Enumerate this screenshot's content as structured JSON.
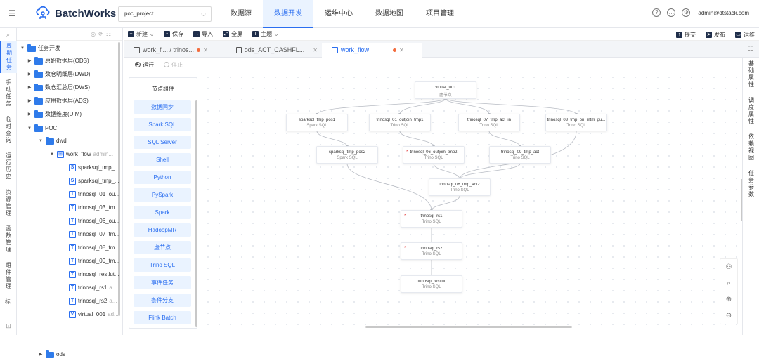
{
  "app": {
    "name": "BatchWorks",
    "project": "poc_project",
    "user": "admin@dtstack.com"
  },
  "nav": [
    "数据源",
    "数据开发",
    "运维中心",
    "数据地图",
    "项目管理"
  ],
  "rail": [
    {
      "label": "周期任务",
      "active": true
    },
    {
      "label": "手动任务",
      "active": false
    },
    {
      "label": "临时查询",
      "active": false
    },
    {
      "label": "运行历史",
      "active": false
    },
    {
      "label": "资源管理",
      "active": false
    },
    {
      "label": "函数管理",
      "active": false
    },
    {
      "label": "组件管理",
      "active": false
    },
    {
      "label": "标…",
      "active": false
    }
  ],
  "tree": {
    "root": "任务开发",
    "folders": [
      "原始数据层(ODS)",
      "数仓明细层(DWD)",
      "数仓汇总层(DWS)",
      "应用数据层(ADS)",
      "数据维度(DIM)"
    ],
    "poc": "POC",
    "dwd": "dwd",
    "workflow": {
      "name": "work_flow",
      "owner": "admin..."
    },
    "files": [
      {
        "icon": "S",
        "name": "sparksql_tmp_...",
        "owner": ""
      },
      {
        "icon": "S",
        "name": "sparksql_tmp_...",
        "owner": ""
      },
      {
        "icon": "T",
        "name": "trinosql_01_ou...",
        "owner": ""
      },
      {
        "icon": "T",
        "name": "trinosql_03_tm...",
        "owner": ""
      },
      {
        "icon": "T",
        "name": "trinosql_06_ou...",
        "owner": ""
      },
      {
        "icon": "T",
        "name": "trinosql_07_tm...",
        "owner": ""
      },
      {
        "icon": "T",
        "name": "trinosql_08_tm...",
        "owner": ""
      },
      {
        "icon": "T",
        "name": "trinosql_09_tm...",
        "owner": ""
      },
      {
        "icon": "T",
        "name": "trinosql_restlut...",
        "owner": ""
      },
      {
        "icon": "T",
        "name": "trinosql_rs1",
        "owner": "a..."
      },
      {
        "icon": "T",
        "name": "trinosql_rs2",
        "owner": "a..."
      },
      {
        "icon": "V",
        "name": "virtual_001",
        "owner": "ad..."
      }
    ],
    "ods": "ods"
  },
  "toolbar": {
    "new": "新建",
    "save": "保存",
    "import": "导入",
    "fullscreen": "全屏",
    "theme": "主题",
    "submit": "提交",
    "publish": "发布",
    "ops": "运维"
  },
  "tabs": [
    {
      "label": "work_fl...  / trinos...",
      "active": false,
      "dirty": true
    },
    {
      "label": "ods_ACT_CASHFL...",
      "active": false,
      "dirty": false
    },
    {
      "label": "work_flow",
      "active": true,
      "dirty": true
    }
  ],
  "run": {
    "run": "运行",
    "stop": "停止"
  },
  "palette": {
    "title": "节点组件",
    "items": [
      "数据同步",
      "Spark SQL",
      "SQL Server",
      "Shell",
      "Python",
      "PySpark",
      "Spark",
      "HadoopMR",
      "虚节点",
      "Trino SQL",
      "事件任务",
      "条件分支",
      "Flink Batch"
    ]
  },
  "nodes": [
    {
      "id": "virtual_001",
      "name": "virtual_001",
      "type": "虚节点",
      "req": false
    },
    {
      "id": "p1",
      "name": "sparksql_tmp_pos1",
      "type": "Spark SQL",
      "req": false
    },
    {
      "id": "t1",
      "name": "trinosql_01_outjoin_tmp1",
      "type": "Trino SQL",
      "req": false
    },
    {
      "id": "t7",
      "name": "trinosql_07_tmp_act_in",
      "type": "Trino SQL",
      "req": false
    },
    {
      "id": "t3",
      "name": "trinosql_03_tmp_pri_mtm_gu...",
      "type": "Trino SQL",
      "req": false
    },
    {
      "id": "p2",
      "name": "sparksql_tmp_pos2",
      "type": "Spark SQL",
      "req": false
    },
    {
      "id": "t6",
      "name": "trinosql_06_outjoin_tmp2",
      "type": "Trino SQL",
      "req": true
    },
    {
      "id": "t9",
      "name": "trinosql_09_tmp_act",
      "type": "Trino SQL",
      "req": false
    },
    {
      "id": "t8",
      "name": "trinosql_08_tmp_act2",
      "type": "Trino SQL",
      "req": false
    },
    {
      "id": "rs1",
      "name": "trinosql_rs1",
      "type": "Trino SQL",
      "req": true
    },
    {
      "id": "rs2",
      "name": "trinosql_rs2",
      "type": "Trino SQL",
      "req": true
    },
    {
      "id": "res",
      "name": "trinosql_restlut",
      "type": "Trino SQL",
      "req": false
    }
  ],
  "right_panel": [
    "基础属性",
    "调度属性",
    "依赖视图",
    "任务参数"
  ]
}
